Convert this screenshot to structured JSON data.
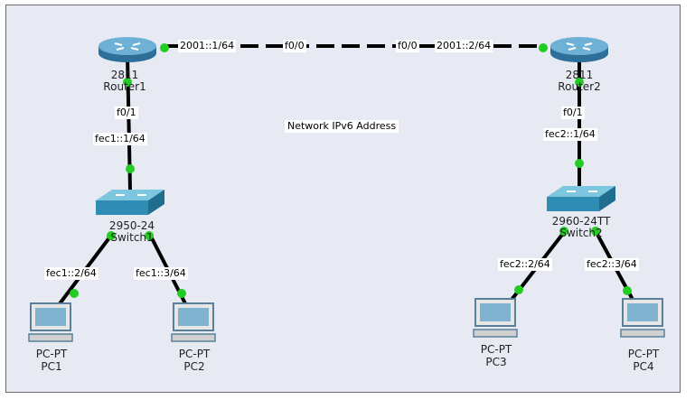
{
  "devices": {
    "router1": {
      "model": "2811",
      "name": "Router1"
    },
    "router2": {
      "model": "2811",
      "name": "Router2"
    },
    "switch1": {
      "model": "2950-24",
      "name": "Switch1"
    },
    "switch2": {
      "model": "2960-24TT",
      "name": "Switch2"
    },
    "pc1": {
      "model": "PC-PT",
      "name": "PC1"
    },
    "pc2": {
      "model": "PC-PT",
      "name": "PC2"
    },
    "pc3": {
      "model": "PC-PT",
      "name": "PC3"
    },
    "pc4": {
      "model": "PC-PT",
      "name": "PC4"
    }
  },
  "links": {
    "r1_r2": {
      "r1_addr": "2001::1/64",
      "r1_port": "f0/0",
      "r2_port": "f0/0",
      "r2_addr": "2001::2/64"
    },
    "r1_s1": {
      "port": "f0/1",
      "addr": "fec1::1/64"
    },
    "r2_s2": {
      "port": "f0/1",
      "addr": "fec2::1/64"
    },
    "s1_pc1": {
      "addr": "fec1::2/64"
    },
    "s1_pc2": {
      "addr": "fec1::3/64"
    },
    "s2_pc3": {
      "addr": "fec2::2/64"
    },
    "s2_pc4": {
      "addr": "fec2::3/64"
    }
  },
  "note": "Network IPv6 Address",
  "colors": {
    "link": "#000000",
    "link_up": "#22cc22",
    "router": "#4a90b8",
    "switch": "#3aa0bf",
    "pc": "#6a8fa8"
  }
}
